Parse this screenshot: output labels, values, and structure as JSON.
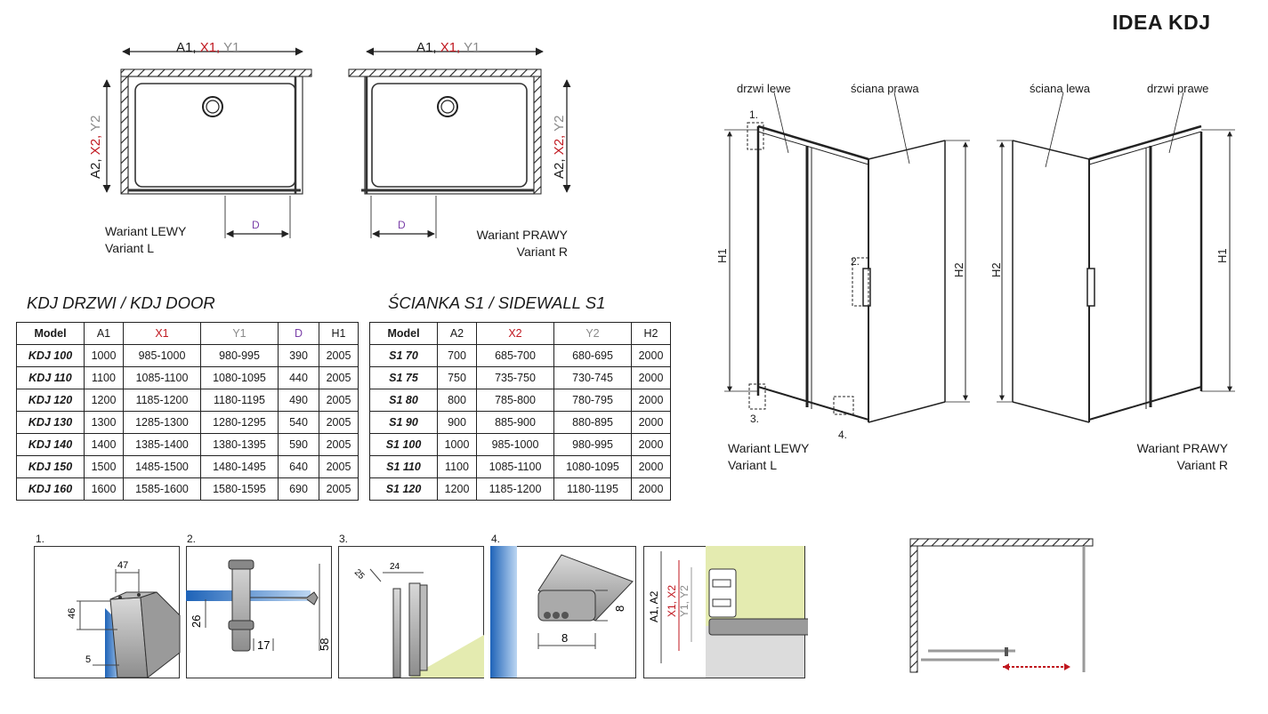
{
  "header": {
    "title": "IDEA KDJ"
  },
  "plan": {
    "dim_a": "A1, ",
    "dim_x": "X1, ",
    "dim_y": "Y1",
    "side_a": "A2, ",
    "side_x": "X2, ",
    "side_y": "Y2",
    "dim_d": "D",
    "left_variant": [
      "Wariant LEWY",
      "Variant L"
    ],
    "right_variant": [
      "Wariant PRAWY",
      "Variant R"
    ]
  },
  "door_table": {
    "title": "KDJ DRZWI / KDJ DOOR",
    "headers": [
      "Model",
      "A1",
      "X1",
      "Y1",
      "D",
      "H1"
    ],
    "rows": [
      [
        "KDJ 100",
        "1000",
        "985-1000",
        "980-995",
        "390",
        "2005"
      ],
      [
        "KDJ 110",
        "1100",
        "1085-1100",
        "1080-1095",
        "440",
        "2005"
      ],
      [
        "KDJ 120",
        "1200",
        "1185-1200",
        "1180-1195",
        "490",
        "2005"
      ],
      [
        "KDJ 130",
        "1300",
        "1285-1300",
        "1280-1295",
        "540",
        "2005"
      ],
      [
        "KDJ 140",
        "1400",
        "1385-1400",
        "1380-1395",
        "590",
        "2005"
      ],
      [
        "KDJ 150",
        "1500",
        "1485-1500",
        "1480-1495",
        "640",
        "2005"
      ],
      [
        "KDJ 160",
        "1600",
        "1585-1600",
        "1580-1595",
        "690",
        "2005"
      ]
    ]
  },
  "wall_table": {
    "title": "ŚCIANKA S1 / SIDEWALL S1",
    "headers": [
      "Model",
      "A2",
      "X2",
      "Y2",
      "H2"
    ],
    "rows": [
      [
        "S1 70",
        "700",
        "685-700",
        "680-695",
        "2000"
      ],
      [
        "S1 75",
        "750",
        "735-750",
        "730-745",
        "2000"
      ],
      [
        "S1 80",
        "800",
        "785-800",
        "780-795",
        "2000"
      ],
      [
        "S1 90",
        "900",
        "885-900",
        "880-895",
        "2000"
      ],
      [
        "S1 100",
        "1000",
        "985-1000",
        "980-995",
        "2000"
      ],
      [
        "S1 110",
        "1100",
        "1085-1100",
        "1080-1095",
        "2000"
      ],
      [
        "S1 120",
        "1200",
        "1185-1200",
        "1180-1195",
        "2000"
      ]
    ]
  },
  "iso": {
    "left_door": "drzwi lewe",
    "right_wall": "ściana prawa",
    "left_wall": "ściana lewa",
    "right_door": "drzwi prawe",
    "h1": "H1",
    "h2": "H2",
    "markers": [
      "1.",
      "2.",
      "3.",
      "4."
    ],
    "left_variant": [
      "Wariant LEWY",
      "Variant L"
    ],
    "right_variant": [
      "Wariant PRAWY",
      "Variant R"
    ]
  },
  "details": {
    "labels": [
      "1.",
      "2.",
      "3.",
      "4."
    ],
    "d1": {
      "w": "47",
      "h": "46",
      "s": "5"
    },
    "d2": {
      "a": "26",
      "b": "17",
      "c": "58"
    },
    "d3": {
      "a": "25",
      "b": "24"
    },
    "d4": {
      "a": "8",
      "b": "8"
    },
    "d5": {
      "a": "A1, A2",
      "x": "X1, X2",
      "y": "Y1, Y2"
    }
  }
}
